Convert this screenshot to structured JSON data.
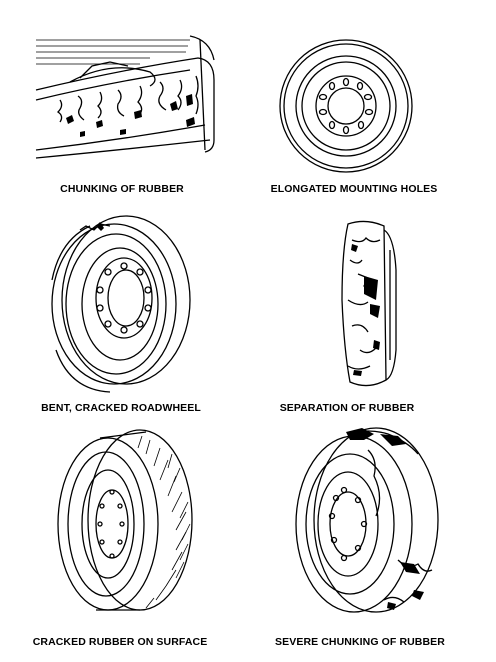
{
  "figure": {
    "panels": [
      {
        "id": "chunking",
        "caption": "CHUNKING OF RUBBER",
        "icon": "tire-segment-chunking-icon"
      },
      {
        "id": "elongated",
        "caption": "ELONGATED MOUNTING HOLES",
        "icon": "roadwheel-front-view-icon"
      },
      {
        "id": "bent",
        "caption": "BENT, CRACKED ROADWHEEL",
        "icon": "roadwheel-bent-icon"
      },
      {
        "id": "separation",
        "caption": "SEPARATION OF RUBBER",
        "icon": "tire-edge-separation-icon"
      },
      {
        "id": "cracked",
        "caption": "CRACKED RUBBER ON SURFACE",
        "icon": "roadwheel-cracked-tread-icon"
      },
      {
        "id": "severe",
        "caption": "SEVERE CHUNKING OF RUBBER",
        "icon": "roadwheel-severe-chunking-icon"
      }
    ]
  }
}
